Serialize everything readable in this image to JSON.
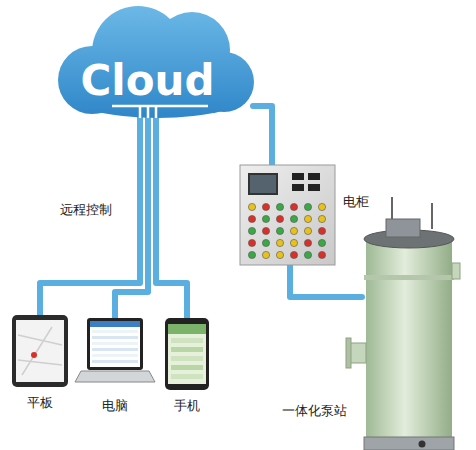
{
  "diagram": {
    "nodes": [
      {
        "text": [
          "Cloud"
        ]
      },
      {
        "text": [
          "电柜"
        ]
      },
      {
        "text": [
          "平板"
        ]
      },
      {
        "text": [
          "电脑"
        ]
      },
      {
        "text": [
          "手机"
        ]
      },
      {
        "text": [
          "一体化泵站"
        ]
      }
    ],
    "edges": [
      {
        "from": 0,
        "to": 1,
        "arrow": "none"
      },
      {
        "from": 1,
        "to": 5,
        "arrow": "none"
      },
      {
        "from": 0,
        "to": 2,
        "arrow": "none"
      },
      {
        "from": 0,
        "to": 3,
        "arrow": "none"
      },
      {
        "from": 0,
        "to": 4,
        "arrow": "none"
      }
    ],
    "labels": [
      "远程控制"
    ]
  }
}
